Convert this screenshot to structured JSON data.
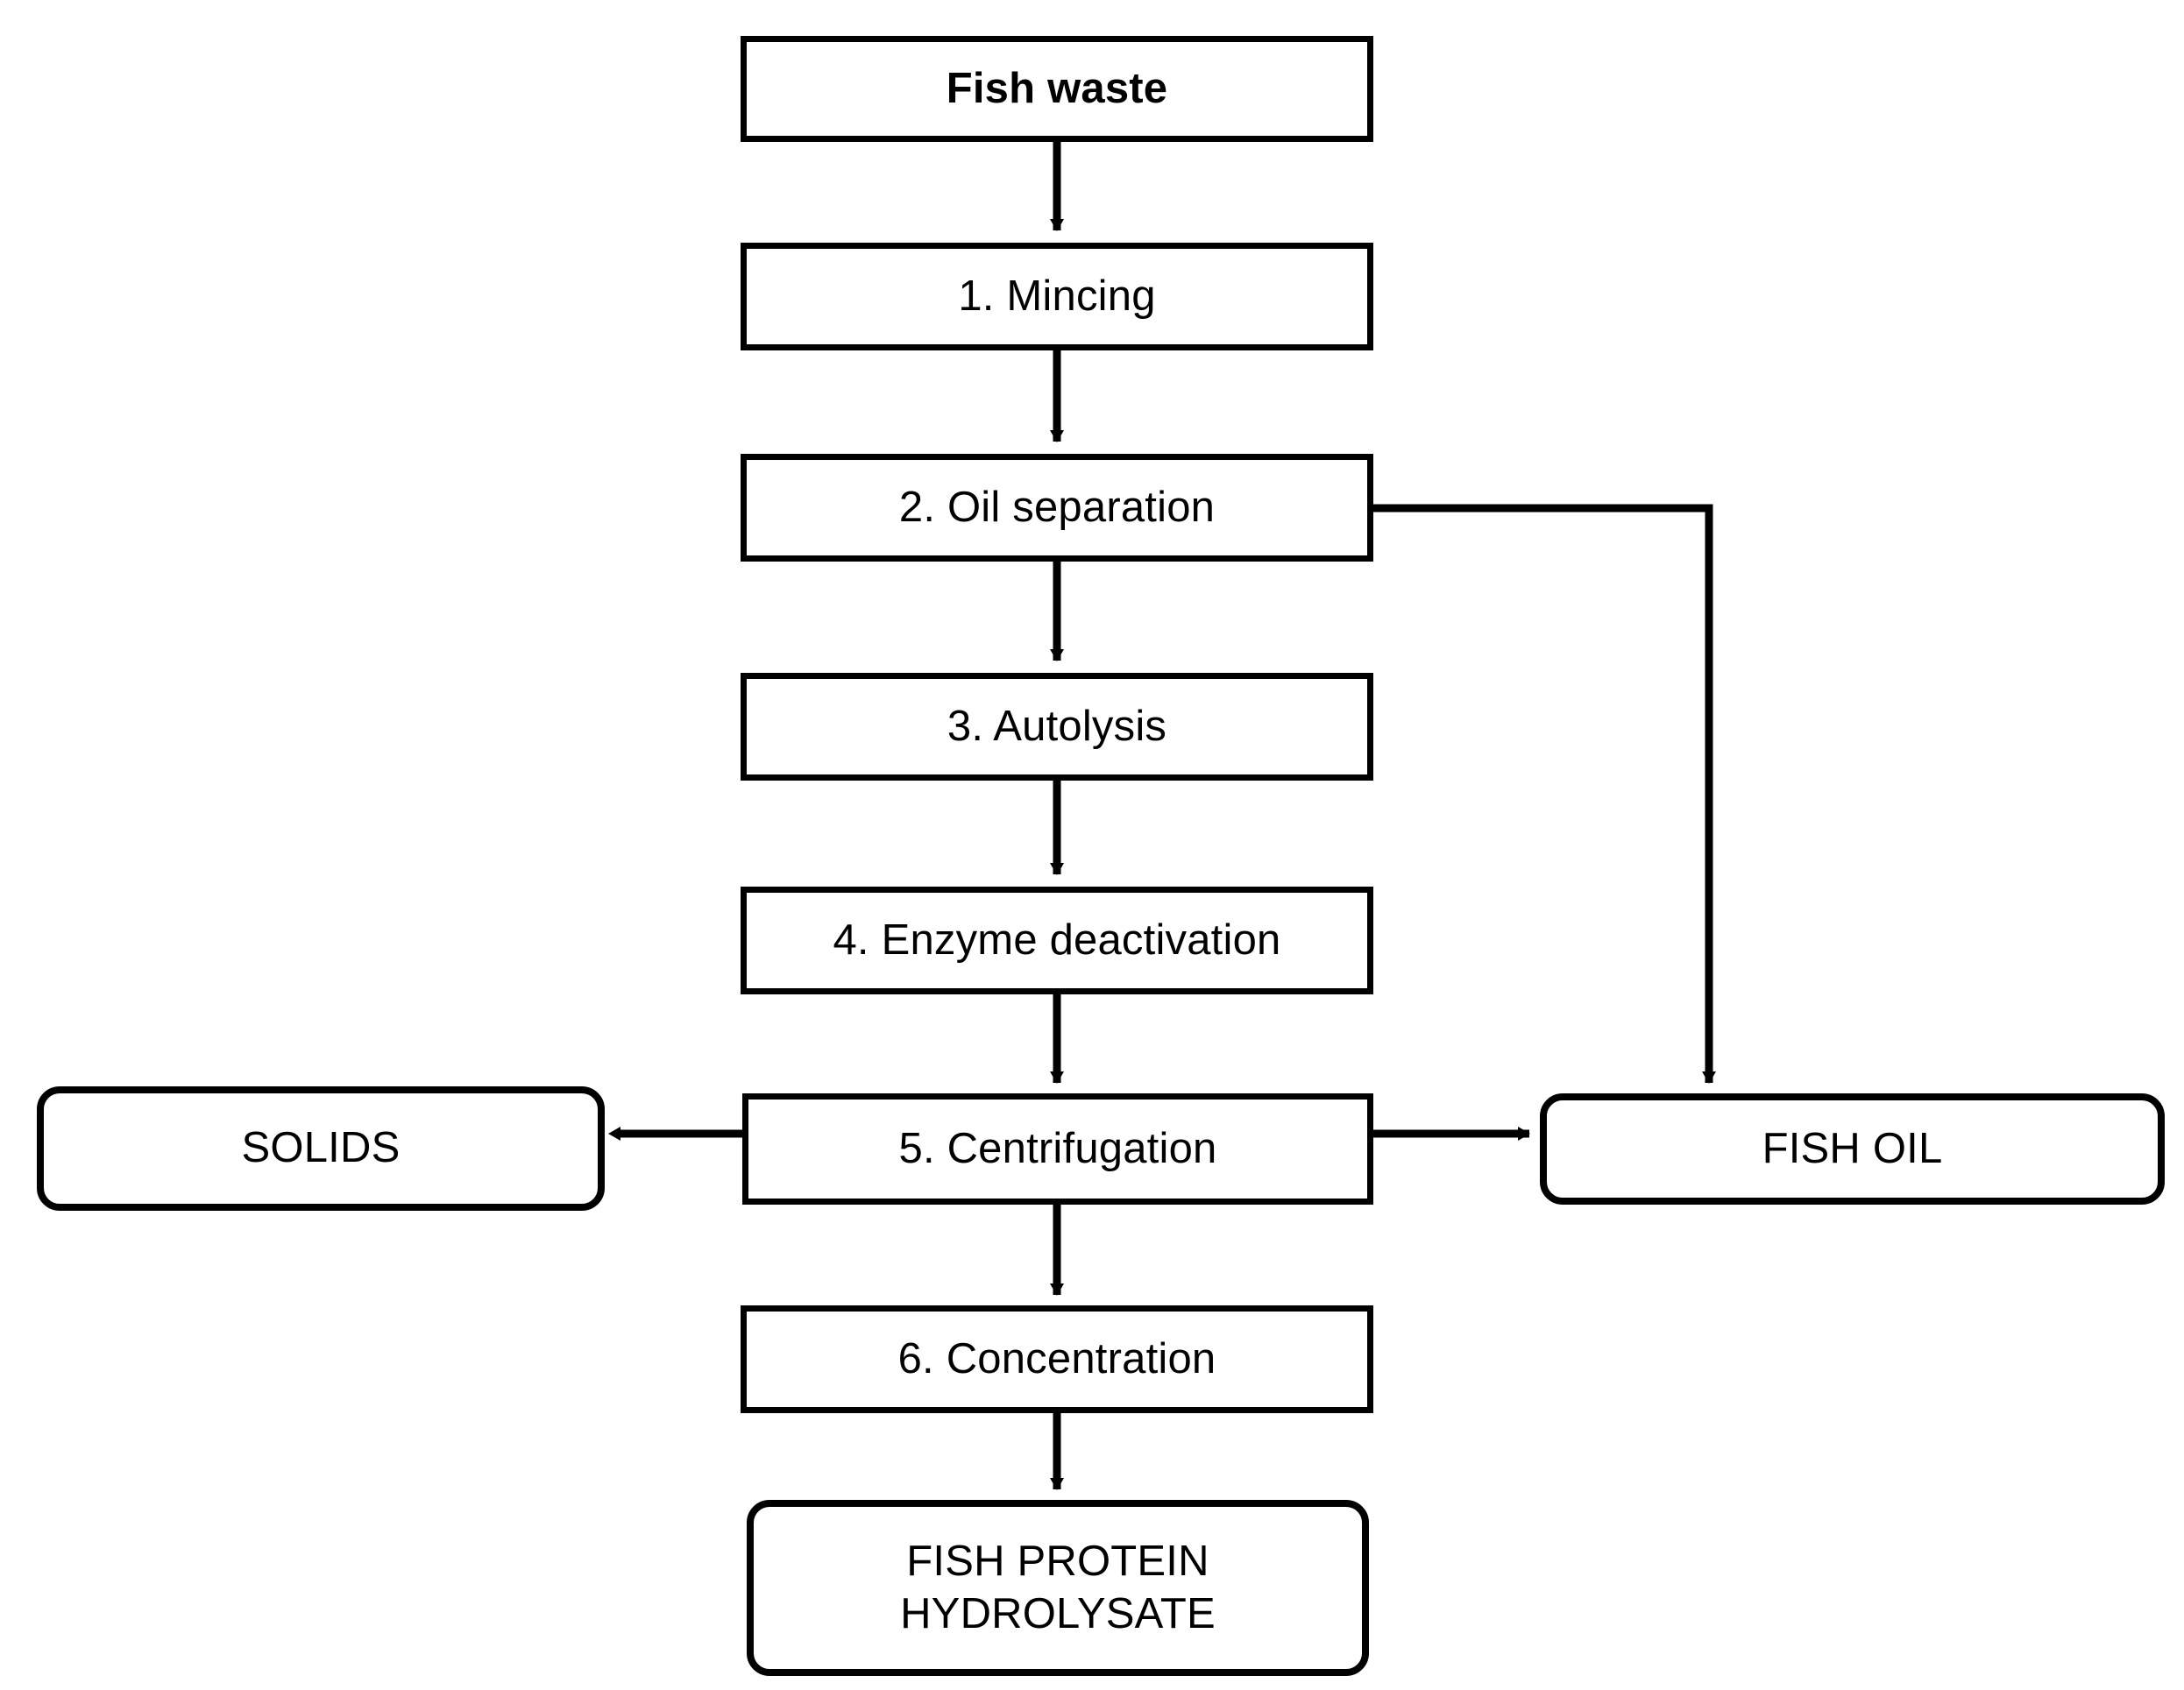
{
  "diagram": {
    "title": "Fish waste to fish protein hydrolysate process flow",
    "line_color": "#000000",
    "background_color": "#ffffff",
    "nodes": [
      {
        "id": "fish-waste",
        "label": "Fish waste",
        "shape": "rect",
        "bold": true
      },
      {
        "id": "mincing",
        "label": "1. Mincing",
        "shape": "rect",
        "bold": false
      },
      {
        "id": "oil-separation",
        "label": "2. Oil separation",
        "shape": "rect",
        "bold": false
      },
      {
        "id": "autolysis",
        "label": "3. Autolysis",
        "shape": "rect",
        "bold": false
      },
      {
        "id": "enzyme-deact",
        "label": "4. Enzyme deactivation",
        "shape": "rect",
        "bold": false
      },
      {
        "id": "centrifugation",
        "label": "5. Centrifugation",
        "shape": "rect",
        "bold": false
      },
      {
        "id": "concentration",
        "label": "6. Concentration",
        "shape": "rect",
        "bold": false
      },
      {
        "id": "solids",
        "label": "SOLIDS",
        "shape": "rounded-rect",
        "bold": false
      },
      {
        "id": "fish-oil",
        "label": "FISH OIL",
        "shape": "rounded-rect",
        "bold": false
      },
      {
        "id": "fph",
        "label": "FISH PROTEIN\nHYDROLYSATE",
        "shape": "rounded-rect",
        "bold": false
      }
    ],
    "edges": [
      {
        "from": "fish-waste",
        "to": "mincing",
        "style": "straight-down"
      },
      {
        "from": "mincing",
        "to": "oil-separation",
        "style": "straight-down"
      },
      {
        "from": "oil-separation",
        "to": "autolysis",
        "style": "straight-down"
      },
      {
        "from": "autolysis",
        "to": "enzyme-deact",
        "style": "straight-down"
      },
      {
        "from": "enzyme-deact",
        "to": "centrifugation",
        "style": "straight-down"
      },
      {
        "from": "centrifugation",
        "to": "concentration",
        "style": "straight-down"
      },
      {
        "from": "concentration",
        "to": "fph",
        "style": "straight-down"
      },
      {
        "from": "centrifugation",
        "to": "solids",
        "style": "straight-left"
      },
      {
        "from": "centrifugation",
        "to": "fish-oil",
        "style": "straight-right"
      },
      {
        "from": "oil-separation",
        "to": "fish-oil",
        "style": "right-then-down"
      }
    ]
  }
}
